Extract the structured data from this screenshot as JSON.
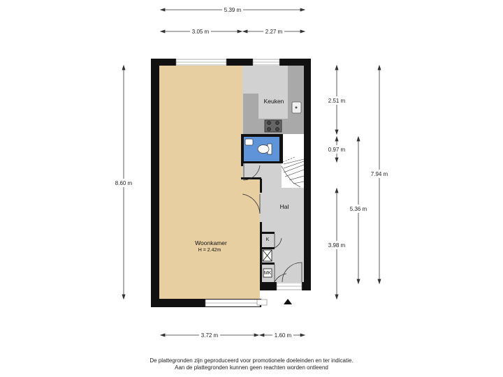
{
  "dimensions": {
    "top_total": "5.39 m",
    "top_left": "3.05 m",
    "top_right": "2.27 m",
    "left_height": "8.60 m",
    "right_1": "2.51 m",
    "right_2": "0.97 m",
    "right_3": "3.98 m",
    "right_mid": "5.36 m",
    "right_total": "7.94 m",
    "bottom_left": "3.72 m",
    "bottom_right": "1.60 m"
  },
  "rooms": {
    "living_name": "Woonkamer",
    "living_height": "H = 2.42m",
    "kitchen": "Keuken",
    "hall": "Hal",
    "closet_k": "K",
    "closet_mk": "MK"
  },
  "colors": {
    "living": "#e8cfa2",
    "floor_grey": "#d1d1d1",
    "toilet_blue": "#5f95d8",
    "counter": "#a9a9a9",
    "wall": "#111111"
  },
  "footer": {
    "line1": "De plattegronden zijn geproduceerd voor promotionele doeleinden en ter indicatie.",
    "line2": "Aan de plattegronden kunnen geen reachten worden ontleend"
  }
}
